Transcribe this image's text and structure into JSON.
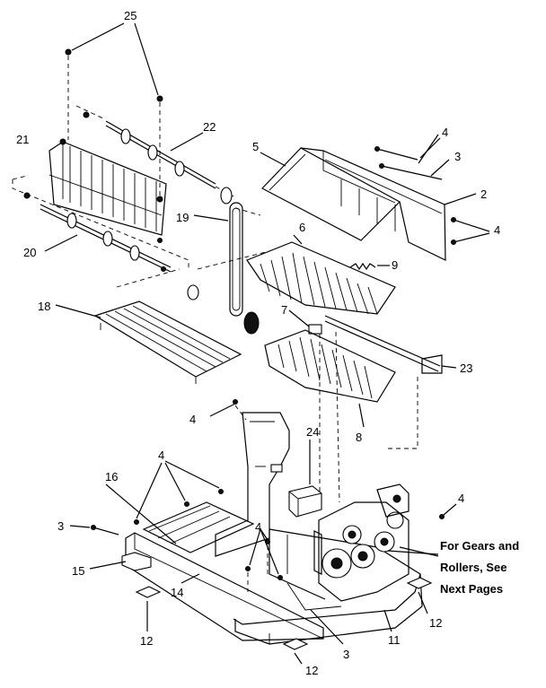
{
  "callouts": {
    "c25": "25",
    "c22": "22",
    "c21": "21",
    "c20": "20",
    "c19": "19",
    "c18": "18",
    "c5": "5",
    "c4a": "4",
    "c3a": "3",
    "c2": "2",
    "c4b": "4",
    "c6": "6",
    "c9": "9",
    "c7": "7",
    "c23": "23",
    "c8": "8",
    "c4c": "4",
    "c24": "24",
    "c4d": "4",
    "c16": "16",
    "c4e": "4",
    "c3b": "3",
    "c4f": "4",
    "c15": "15",
    "c14": "14",
    "c12a": "12",
    "c12b": "12",
    "c11": "11",
    "c3c": "3",
    "c12c": "12"
  },
  "note": {
    "line1": "For Gears and",
    "line2": "Rollers, See",
    "line3": "Next Pages"
  }
}
